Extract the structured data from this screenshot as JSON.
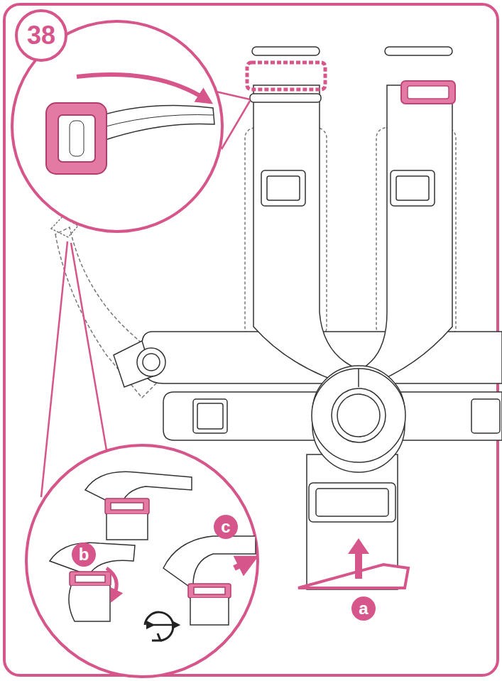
{
  "diagram": {
    "labels": [
      "38",
      "b",
      "c",
      "a"
    ]
  }
}
